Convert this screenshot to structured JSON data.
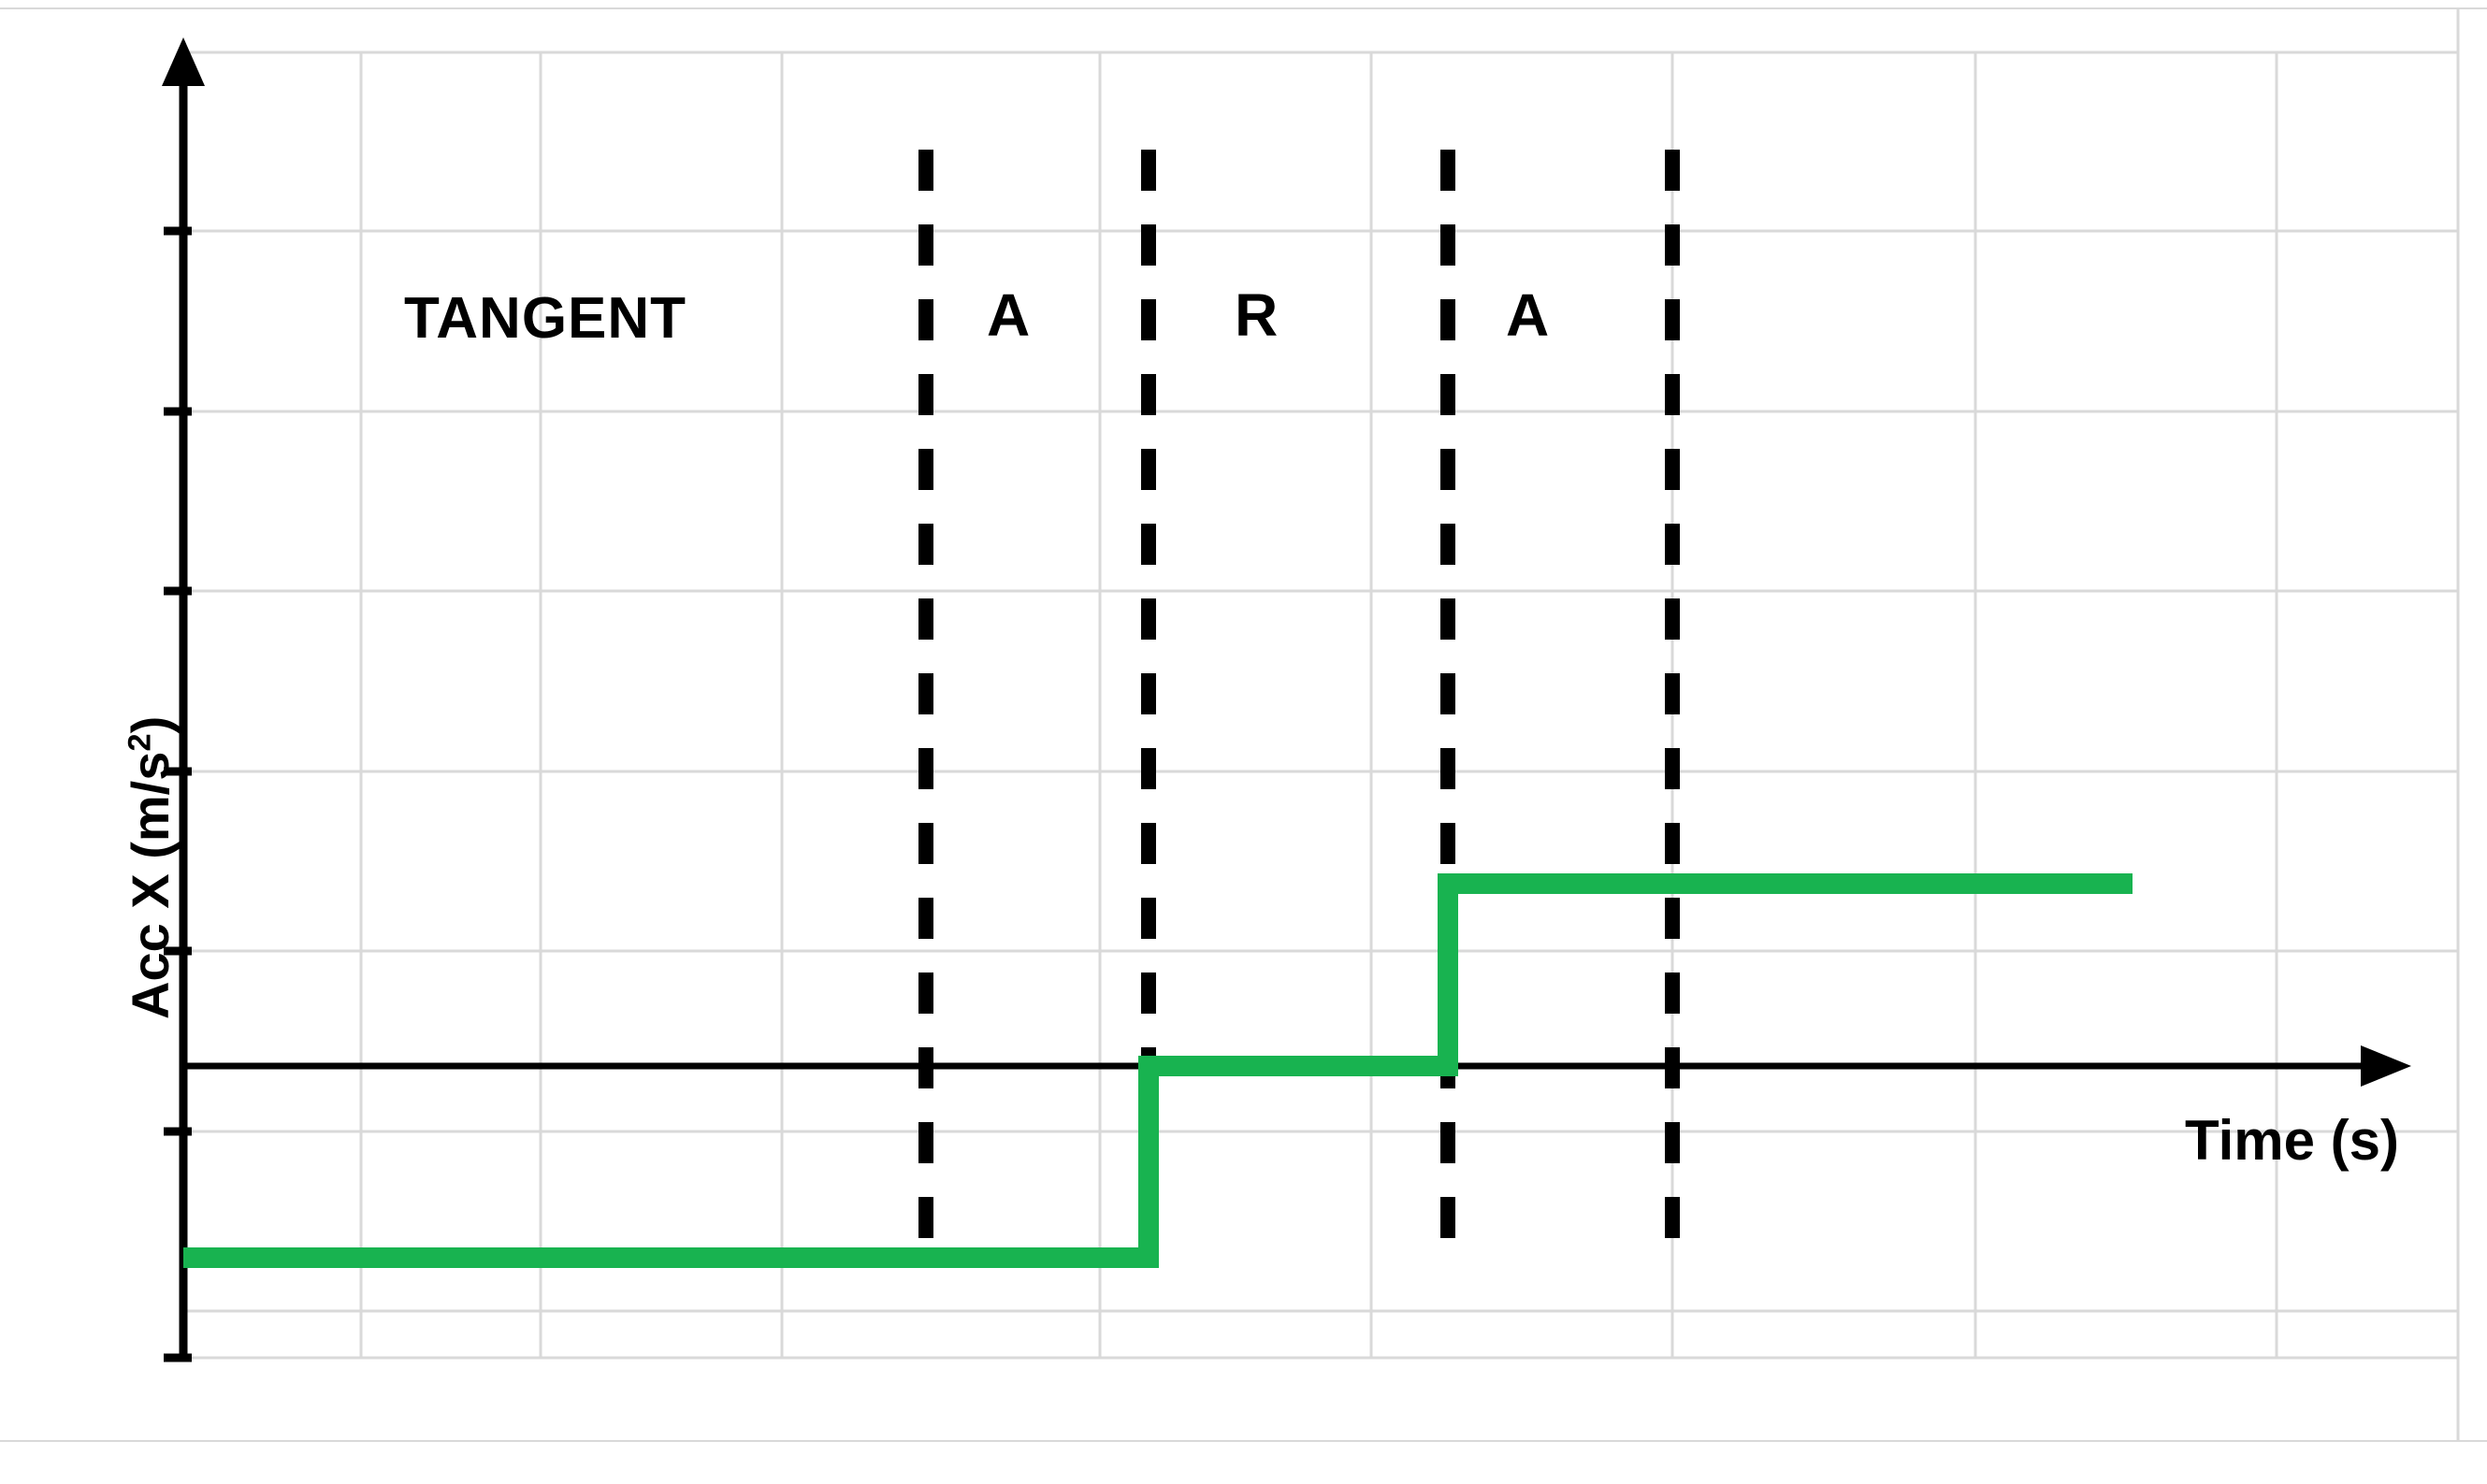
{
  "figure": {
    "background_color": "#ffffff",
    "frame_rule_color": "#d9d9d9"
  },
  "axes": {
    "y_title": "Acc X (m/s",
    "y_title_sup": "2",
    "y_title_close": ")",
    "y_title_full": "Acc X (m/s²)",
    "x_title": "Time (s)",
    "axis_color": "#000000",
    "grid_color": "#d9d9d9"
  },
  "annotations": [
    {
      "label": "TANGENT",
      "name": "phase-label-tangent"
    },
    {
      "label": "A",
      "name": "phase-label-a1"
    },
    {
      "label": "R",
      "name": "phase-label-r"
    },
    {
      "label": "A",
      "name": "phase-label-a2"
    }
  ],
  "chart_data": {
    "type": "line",
    "title": "",
    "xlabel": "Time (s)",
    "ylabel": "Acc X (m/s²)",
    "xlim": [
      0,
      13
    ],
    "ylim": [
      -4,
      6
    ],
    "grid": true,
    "legend": false,
    "series": [
      {
        "name": "Acc X",
        "color": "#18b350",
        "line_width": 14,
        "style": "step",
        "x": [
          0,
          5.95,
          5.95,
          7.75,
          7.75,
          12.3
        ],
        "y": [
          -2.85,
          -2.85,
          0,
          0,
          1.55,
          1.55
        ],
        "steps": [
          {
            "from_x": 0.0,
            "to_x": 5.95,
            "value": -2.85
          },
          {
            "from_x": 5.95,
            "to_x": 7.75,
            "value": 0.0
          },
          {
            "from_x": 7.75,
            "to_x": 12.3,
            "value": 1.55
          }
        ]
      }
    ],
    "vlines": [
      {
        "x": 4.35,
        "style": "dashed",
        "color": "#000000"
      },
      {
        "x": 5.95,
        "style": "dashed",
        "color": "#000000"
      },
      {
        "x": 7.75,
        "style": "dashed",
        "color": "#000000"
      },
      {
        "x": 9.0,
        "style": "dashed",
        "color": "#000000"
      }
    ],
    "annotations": [
      {
        "text": "TANGENT",
        "x": 2.2,
        "y": 4.05
      },
      {
        "text": "A",
        "x": 5.15,
        "y": 4.05
      },
      {
        "text": "R",
        "x": 6.85,
        "y": 4.05
      },
      {
        "text": "A",
        "x": 8.4,
        "y": 4.05
      }
    ],
    "x_gridlines": [
      0.3,
      1.6,
      2.9,
      4.2,
      5.5,
      6.8,
      8.1,
      9.4,
      10.7,
      12.0,
      13.0
    ],
    "y_gridlines": [
      5.6,
      4.8,
      3.7,
      2.6,
      1.4,
      0.3,
      -0.85,
      -2.0,
      -3.1
    ],
    "zero_line": 0
  }
}
